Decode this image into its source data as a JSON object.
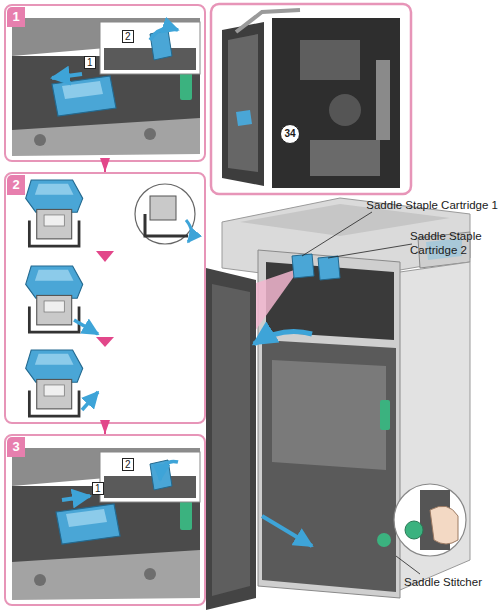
{
  "diagram": {
    "nodes": [
      {
        "text": [
          "1"
        ]
      },
      {
        "text": [
          "2"
        ]
      },
      {
        "text": [
          "3"
        ]
      }
    ],
    "edges": [
      {
        "from": 0,
        "to": 1,
        "arrow": "to"
      },
      {
        "from": 1,
        "to": 2,
        "arrow": "to"
      }
    ],
    "labels": [
      "1",
      "2",
      "1",
      "2",
      "34",
      "Saddle Staple Cartridge 1",
      "Saddle Staple Cartridge 2",
      "Saddle Stitcher"
    ]
  }
}
